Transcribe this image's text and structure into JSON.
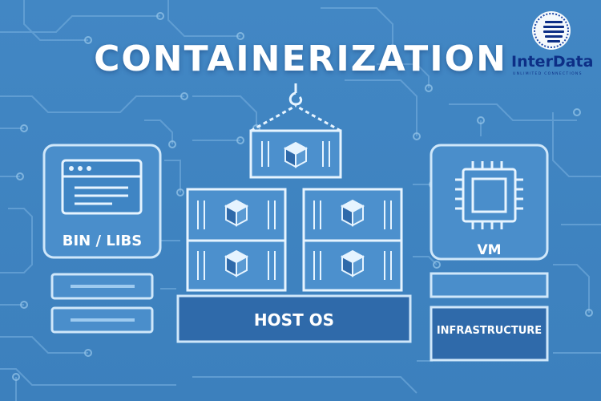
{
  "title": "CONTAINERIZATION",
  "logo": {
    "name": "InterData",
    "tagline": "UNLIMITED CONNECTIONS"
  },
  "labels": {
    "bin_libs": "BIN / LIBS",
    "vm": "VM",
    "host_os": "HOST OS",
    "infrastructure": "INFRASTRUCTURE"
  },
  "colors": {
    "background": "#3f83c0",
    "line": "#bfe0f8",
    "host_os_fill": "#2f6aaa",
    "logo_blue": "#0d2f86"
  }
}
